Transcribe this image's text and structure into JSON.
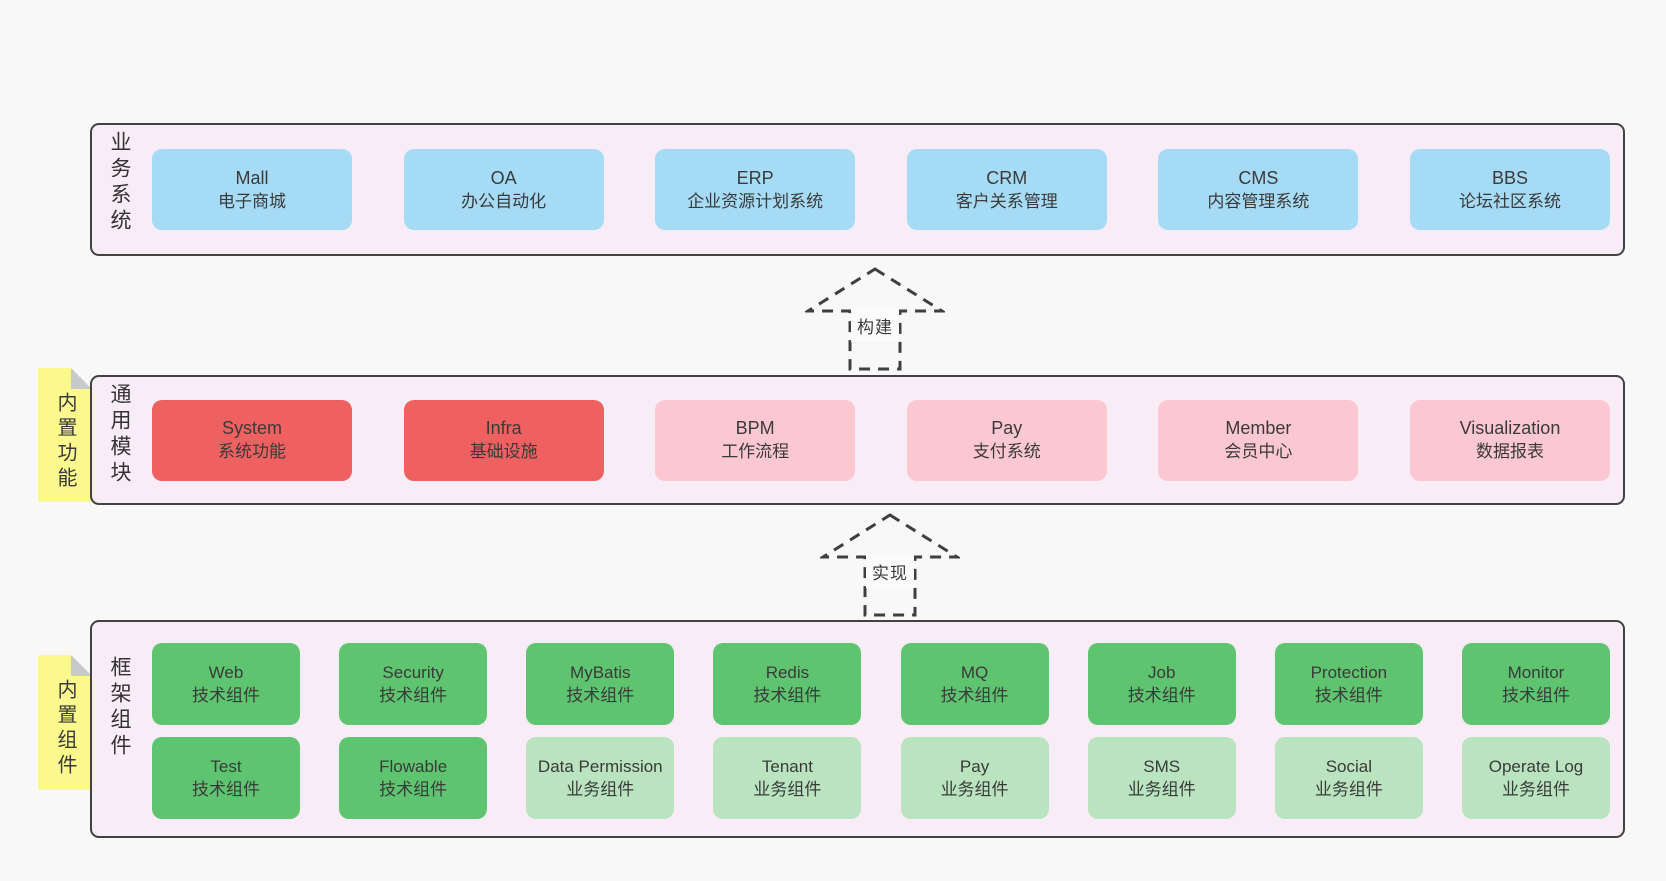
{
  "diagram": {
    "sections": [
      {
        "id": "business-systems",
        "label": "业务系统",
        "boxes": [
          {
            "title": "Mall",
            "subtitle": "电子商城",
            "variant": "blue"
          },
          {
            "title": "OA",
            "subtitle": "办公自动化",
            "variant": "blue"
          },
          {
            "title": "ERP",
            "subtitle": "企业资源计划系统",
            "variant": "blue"
          },
          {
            "title": "CRM",
            "subtitle": "客户关系管理",
            "variant": "blue"
          },
          {
            "title": "CMS",
            "subtitle": "内容管理系统",
            "variant": "blue"
          },
          {
            "title": "BBS",
            "subtitle": "论坛社区系统",
            "variant": "blue"
          }
        ]
      },
      {
        "id": "common-modules",
        "label": "通用模块",
        "sticky": "内置功能",
        "boxes": [
          {
            "title": "System",
            "subtitle": "系统功能",
            "variant": "red"
          },
          {
            "title": "Infra",
            "subtitle": "基础设施",
            "variant": "red"
          },
          {
            "title": "BPM",
            "subtitle": "工作流程",
            "variant": "pink"
          },
          {
            "title": "Pay",
            "subtitle": "支付系统",
            "variant": "pink"
          },
          {
            "title": "Member",
            "subtitle": "会员中心",
            "variant": "pink"
          },
          {
            "title": "Visualization",
            "subtitle": "数据报表",
            "variant": "pink"
          }
        ]
      },
      {
        "id": "framework-components",
        "label": "框架组件",
        "sticky": "内置组件",
        "rows": [
          [
            {
              "title": "Web",
              "subtitle": "技术组件",
              "variant": "green"
            },
            {
              "title": "Security",
              "subtitle": "技术组件",
              "variant": "green"
            },
            {
              "title": "MyBatis",
              "subtitle": "技术组件",
              "variant": "green"
            },
            {
              "title": "Redis",
              "subtitle": "技术组件",
              "variant": "green"
            },
            {
              "title": "MQ",
              "subtitle": "技术组件",
              "variant": "green"
            },
            {
              "title": "Job",
              "subtitle": "技术组件",
              "variant": "green"
            },
            {
              "title": "Protection",
              "subtitle": "技术组件",
              "variant": "green"
            },
            {
              "title": "Monitor",
              "subtitle": "技术组件",
              "variant": "green"
            }
          ],
          [
            {
              "title": "Test",
              "subtitle": "技术组件",
              "variant": "green"
            },
            {
              "title": "Flowable",
              "subtitle": "技术组件",
              "variant": "green"
            },
            {
              "title": "Data Permission",
              "subtitle": "业务组件",
              "variant": "lightgreen"
            },
            {
              "title": "Tenant",
              "subtitle": "业务组件",
              "variant": "lightgreen"
            },
            {
              "title": "Pay",
              "subtitle": "业务组件",
              "variant": "lightgreen"
            },
            {
              "title": "SMS",
              "subtitle": "业务组件",
              "variant": "lightgreen"
            },
            {
              "title": "Social",
              "subtitle": "业务组件",
              "variant": "lightgreen"
            },
            {
              "title": "Operate Log",
              "subtitle": "业务组件",
              "variant": "lightgreen"
            }
          ]
        ]
      }
    ],
    "arrows": [
      {
        "label": "构建"
      },
      {
        "label": "实现"
      }
    ]
  },
  "colors": {
    "background": "#f8f8f8",
    "container_fill": "#f8edf6",
    "container_border": "#424242",
    "blue_box": "#a6dbf5",
    "red_box": "#ef6161",
    "pink_box": "#fbc7d1",
    "green_box": "#5ec46f",
    "light_green_box": "#b9e4bf",
    "sticky_yellow": "#fbf98d",
    "text": "#3a3a3a"
  }
}
